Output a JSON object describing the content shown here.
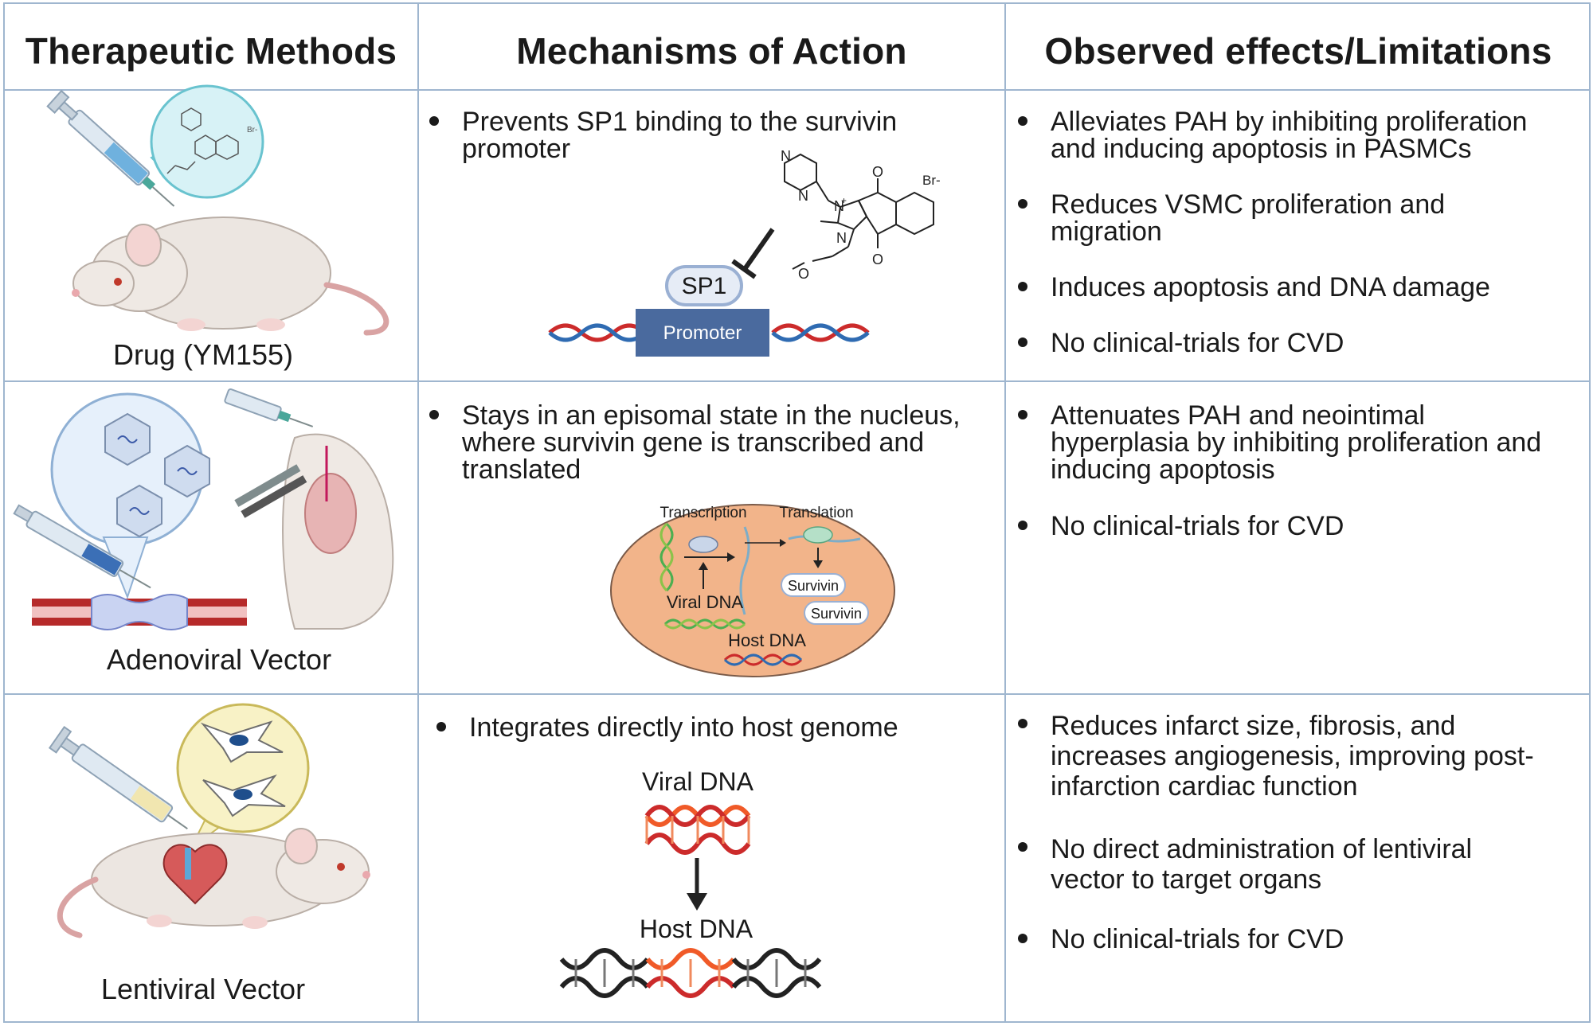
{
  "headers": {
    "methods": "Therapeutic Methods",
    "mechanisms": "Mechanisms of Action",
    "effects": "Observed effects/Limitations"
  },
  "rows": [
    {
      "method": "Drug (YM155)",
      "mechanism": "Prevents SP1 binding to the  survivin\npromoter",
      "effects": [
        "Alleviates PAH by inhibiting proliferation\nand inducing apoptosis in PASMCs",
        "Reduces VSMC proliferation and\nmigration",
        "Induces apoptosis and DNA damage",
        "No clinical-trials for CVD"
      ],
      "diagram": {
        "sp1_label": "SP1",
        "promoter_label": "Promoter",
        "bromide_label": "Br-",
        "atoms": [
          "N",
          "N",
          "N",
          "N",
          "O",
          "O",
          "O",
          "+"
        ]
      }
    },
    {
      "method": "Adenoviral Vector",
      "mechanism": "Stays in an episomal state in the nucleus,\nwhere survivin gene is transcribed and\ntranslated",
      "effects": [
        "Attenuates PAH and neointimal\nhyperplasia by inhibiting proliferation and\ninducing apoptosis",
        "No clinical-trials for CVD"
      ],
      "diagram": {
        "transcription_label": "Transcription",
        "translation_label": "Translation",
        "viral_dna_label": "Viral DNA",
        "host_dna_label": "Host DNA",
        "survivin_labels": [
          "Survivin",
          "Survivin"
        ]
      }
    },
    {
      "method": "Lentiviral Vector",
      "mechanism": "Integrates directly into host genome",
      "effects": [
        "Reduces infarct size, fibrosis, and\nincreases angiogenesis, improving post-\ninfarction cardiac function",
        "No direct administration of lentiviral\nvector to target organs",
        "No clinical-trials for CVD"
      ],
      "diagram": {
        "viral_dna_label": "Viral DNA",
        "host_dna_label": "Host DNA"
      }
    }
  ],
  "colors": {
    "grid": "#9fb6cf",
    "promoter": "#4a6a9e",
    "sp1_fill": "#e6ecf6",
    "nucleus": "#f2b48a",
    "dna_red": "#cc2b2b",
    "dna_blue": "#2f6bb2",
    "dna_green": "#4caf50",
    "dna_orange": "#f05a28"
  }
}
